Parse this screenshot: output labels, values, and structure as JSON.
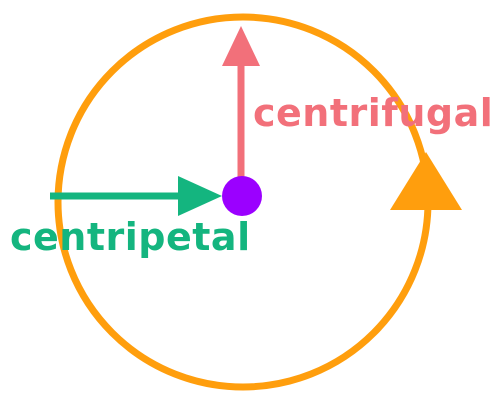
{
  "labels": {
    "centrifugal": "centrifugal",
    "centripetal": "centripetal"
  },
  "colors": {
    "orbit": "#FF9E0D",
    "centrifugal": "#F2707A",
    "centripetal": "#14B57F",
    "center_mass": "#9B00FF",
    "background": "#FFFFFF"
  },
  "icons": {
    "direction_arrow": "triangle-up",
    "center": "filled-circle"
  }
}
